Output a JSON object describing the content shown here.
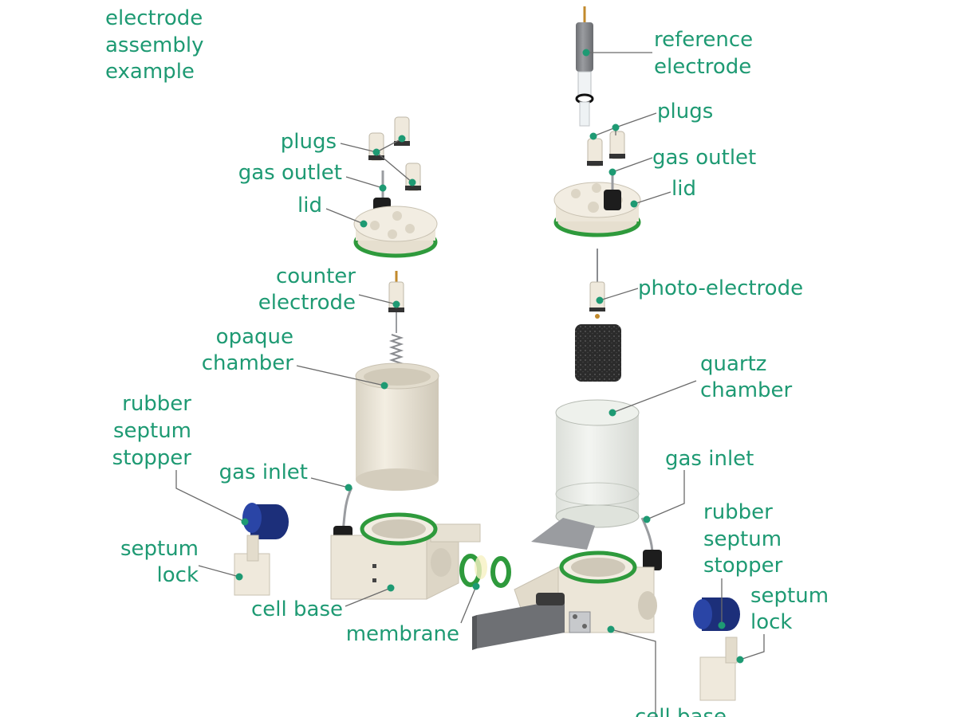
{
  "title_lines": [
    "electrode",
    "assembly",
    "example"
  ],
  "left_assembly": {
    "plugs": "plugs",
    "gas_outlet": "gas outlet",
    "lid": "lid",
    "counter_electrode": [
      "counter",
      "electrode"
    ],
    "opaque_chamber": [
      "opaque",
      "chamber"
    ],
    "rubber_septum_stopper": [
      "rubber",
      "septum",
      "stopper"
    ],
    "gas_inlet": "gas inlet",
    "septum_lock": [
      "septum",
      "lock"
    ],
    "cell_base": "cell base",
    "membrane": "membrane"
  },
  "right_assembly": {
    "reference_electrode": [
      "reference",
      "electrode"
    ],
    "plugs": "plugs",
    "gas_outlet": "gas outlet",
    "lid": "lid",
    "photo_electrode": "photo-electrode",
    "quartz_chamber": [
      "quartz",
      "chamber"
    ],
    "gas_inlet": "gas inlet",
    "rubber_septum_stopper": [
      "rubber",
      "septum",
      "stopper"
    ],
    "septum_lock": [
      "septum",
      "lock"
    ],
    "cell_base": "cell base"
  },
  "colors": {
    "label": "#1e9a73",
    "part_body": "#ece6d8",
    "seal_ring": "#2e9a3c",
    "stopper": "#1c2f7a",
    "carbon": "#2a2a2a",
    "metal": "#8e9094",
    "leader": "#6b6b6b"
  }
}
